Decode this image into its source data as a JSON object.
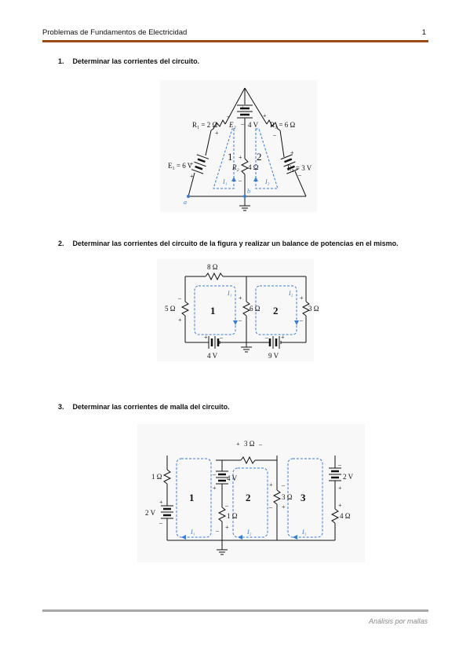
{
  "header": {
    "title": "Problemas de Fundamentos de Electricidad",
    "page_number": "1"
  },
  "problems": [
    {
      "number": "1.",
      "text": "Determinar las corrientes del circuito."
    },
    {
      "number": "2.",
      "text": "Determinar las  corrientes del circuito de la figura y realizar un balance de potencias en el mismo."
    },
    {
      "number": "3.",
      "text": "Determinar las corrientes de malla del circuito."
    }
  ],
  "fig1": {
    "r1": "R₁ = 2 Ω",
    "e2": "E₂",
    "e2_val": "4 V",
    "r3": "R₃ = 6 Ω",
    "e1": "E₁ = 6 V",
    "r2": "R₂",
    "r2_val": "4 Ω",
    "e3": "E₃ = 3 V",
    "mesh1": "1",
    "mesh2": "2",
    "i1": "I₁",
    "i2": "I₂",
    "node_a": "a",
    "node_b": "b"
  },
  "fig2": {
    "r_top": "8 Ω",
    "r_left": "5 Ω",
    "r_mid": "6 Ω",
    "r_right": "3 Ω",
    "src_left": "4 V",
    "src_right": "9 V",
    "mesh1": "1",
    "mesh2": "2",
    "i1": "I₁",
    "i2": "I₂"
  },
  "fig3": {
    "r_top": "3 Ω",
    "r_left": "1 Ω",
    "src_left": "2 V",
    "src_mid": "4 V",
    "r_mid_low": "1 Ω",
    "r_shunt": "3 Ω",
    "src_right": "2 V",
    "r_right": "4 Ω",
    "mesh1": "1",
    "mesh2": "2",
    "mesh3": "3",
    "i1": "I₁",
    "i2": "I₂",
    "i3": "I₃"
  },
  "footer": {
    "text": "Análisis por mallas"
  },
  "colors": {
    "header_rule": "#9a4a14",
    "footer_rule": "#a8a8a8",
    "mesh_loop": "#3a7bd5"
  }
}
